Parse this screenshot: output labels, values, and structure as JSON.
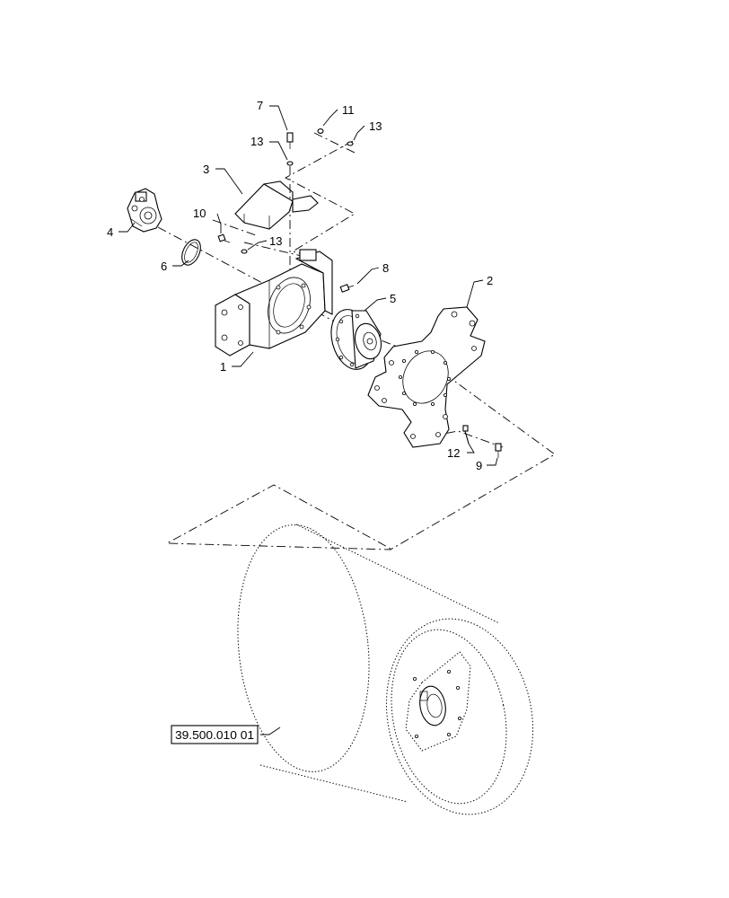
{
  "callouts": {
    "c1": "1",
    "c2": "2",
    "c3": "3",
    "c4": "4",
    "c5": "5",
    "c6": "6",
    "c7": "7",
    "c8": "8",
    "c9": "9",
    "c10": "10",
    "c11": "11",
    "c12": "12",
    "c13a": "13",
    "c13b": "13",
    "c13c": "13"
  },
  "reference_box": {
    "label": "39.500.010 01"
  }
}
